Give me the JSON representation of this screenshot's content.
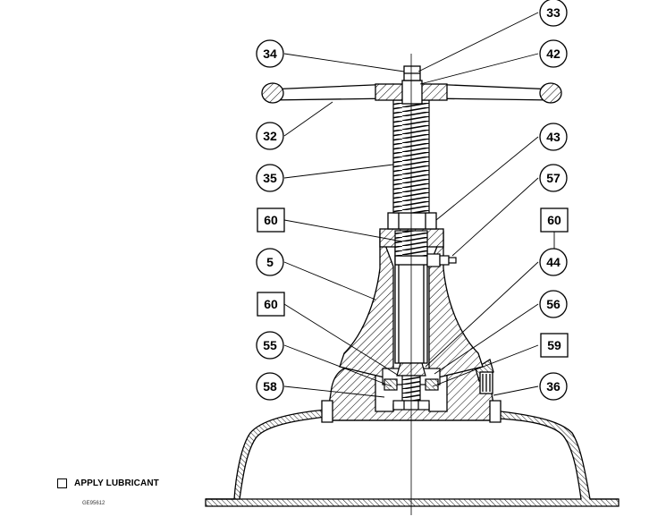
{
  "callouts": {
    "c33": "33",
    "c34": "34",
    "c42": "42",
    "c32": "32",
    "c43": "43",
    "c35": "35",
    "c57": "57",
    "c60a": "60",
    "c60b": "60",
    "c5": "5",
    "c44": "44",
    "c60c": "60",
    "c56": "56",
    "c55": "55",
    "c59": "59",
    "c58": "58",
    "c36": "36"
  },
  "legend": {
    "label": "APPLY LUBRICANT"
  },
  "drawing_id": "GE95612"
}
